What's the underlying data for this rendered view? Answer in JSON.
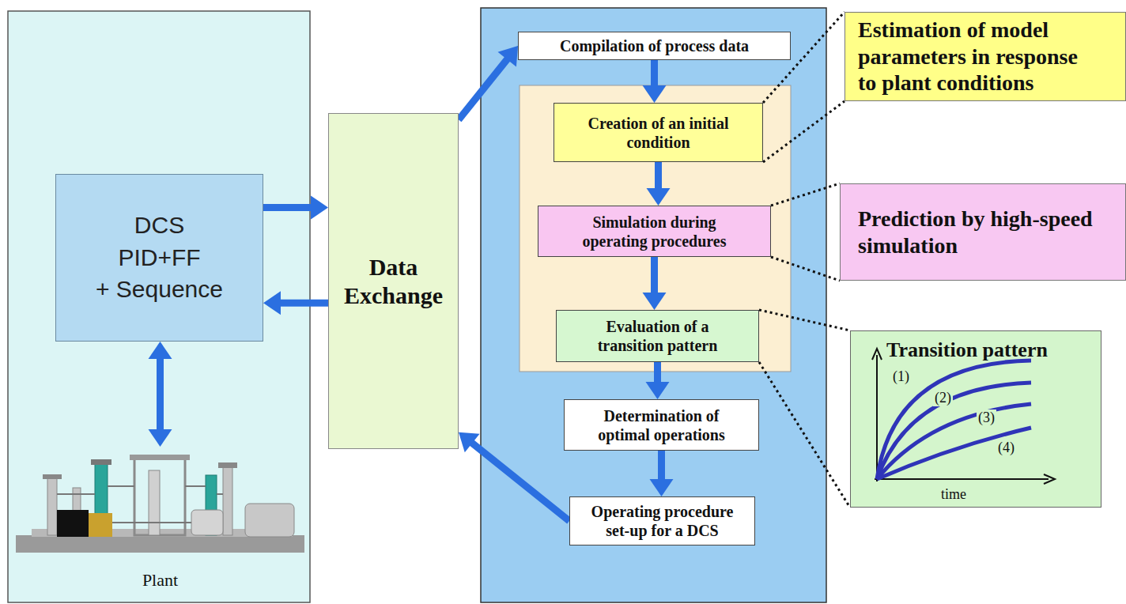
{
  "diagram": {
    "nodes": [
      {
        "text": [
          "DCS",
          "PID+FF",
          "+ Sequence"
        ]
      },
      {
        "text": [
          "Plant"
        ]
      },
      {
        "text": [
          "Data Exchange"
        ]
      },
      {
        "text": [
          "Compilation of process data"
        ]
      },
      {
        "text": [
          "Creation of an initial condition"
        ]
      },
      {
        "text": [
          "Simulation during operating procedures"
        ]
      },
      {
        "text": [
          "Evaluation of a transition pattern"
        ]
      },
      {
        "text": [
          "Determination of optimal operations"
        ]
      },
      {
        "text": [
          "Operating procedure set-up for a DCS"
        ]
      },
      {
        "text": [
          "Estimation of model parameters in response to plant conditions"
        ]
      },
      {
        "text": [
          "Prediction by high-speed simulation"
        ]
      },
      {
        "text": [
          "Transition pattern"
        ]
      }
    ],
    "edges": [
      {
        "from": 0,
        "to": 2,
        "arrow": "to"
      },
      {
        "from": 2,
        "to": 0,
        "arrow": "to"
      },
      {
        "from": 1,
        "to": 0,
        "arrow": "both"
      },
      {
        "from": 2,
        "to": 3,
        "arrow": "to"
      },
      {
        "from": 3,
        "to": 4,
        "arrow": "to"
      },
      {
        "from": 4,
        "to": 5,
        "arrow": "to"
      },
      {
        "from": 5,
        "to": 6,
        "arrow": "to"
      },
      {
        "from": 6,
        "to": 7,
        "arrow": "to"
      },
      {
        "from": 7,
        "to": 8,
        "arrow": "to"
      },
      {
        "from": 8,
        "to": 2,
        "arrow": "to"
      },
      {
        "from": 4,
        "to": 9,
        "arrow": "none"
      },
      {
        "from": 5,
        "to": 10,
        "arrow": "none"
      },
      {
        "from": 6,
        "to": 11,
        "arrow": "none"
      }
    ],
    "labels": [
      "(1)",
      "(2)",
      "(3)",
      "(4)",
      "time"
    ]
  }
}
